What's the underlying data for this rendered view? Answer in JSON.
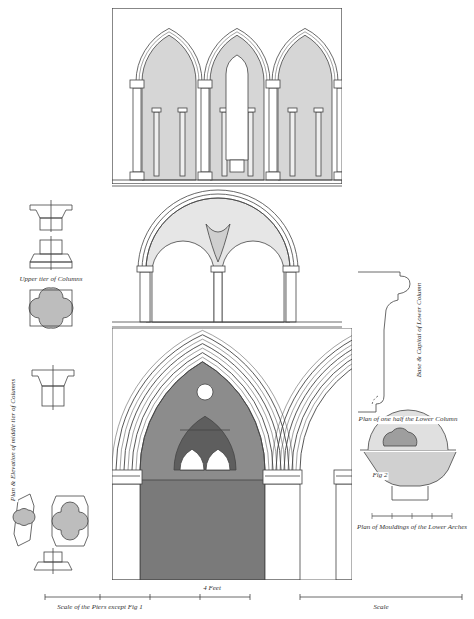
{
  "diagram": {
    "labels": [
      "Upper tier of Columns",
      "Plan & Elevation of middle tier of Columns",
      "Base & Capital of Lower Column",
      "Plan of one half the Lower Column",
      "Fig 2",
      "Plan of Mouldings of the Lower Arches",
      "4 Feet",
      "Scale of the Piers except Fig 1",
      "Scale"
    ]
  }
}
